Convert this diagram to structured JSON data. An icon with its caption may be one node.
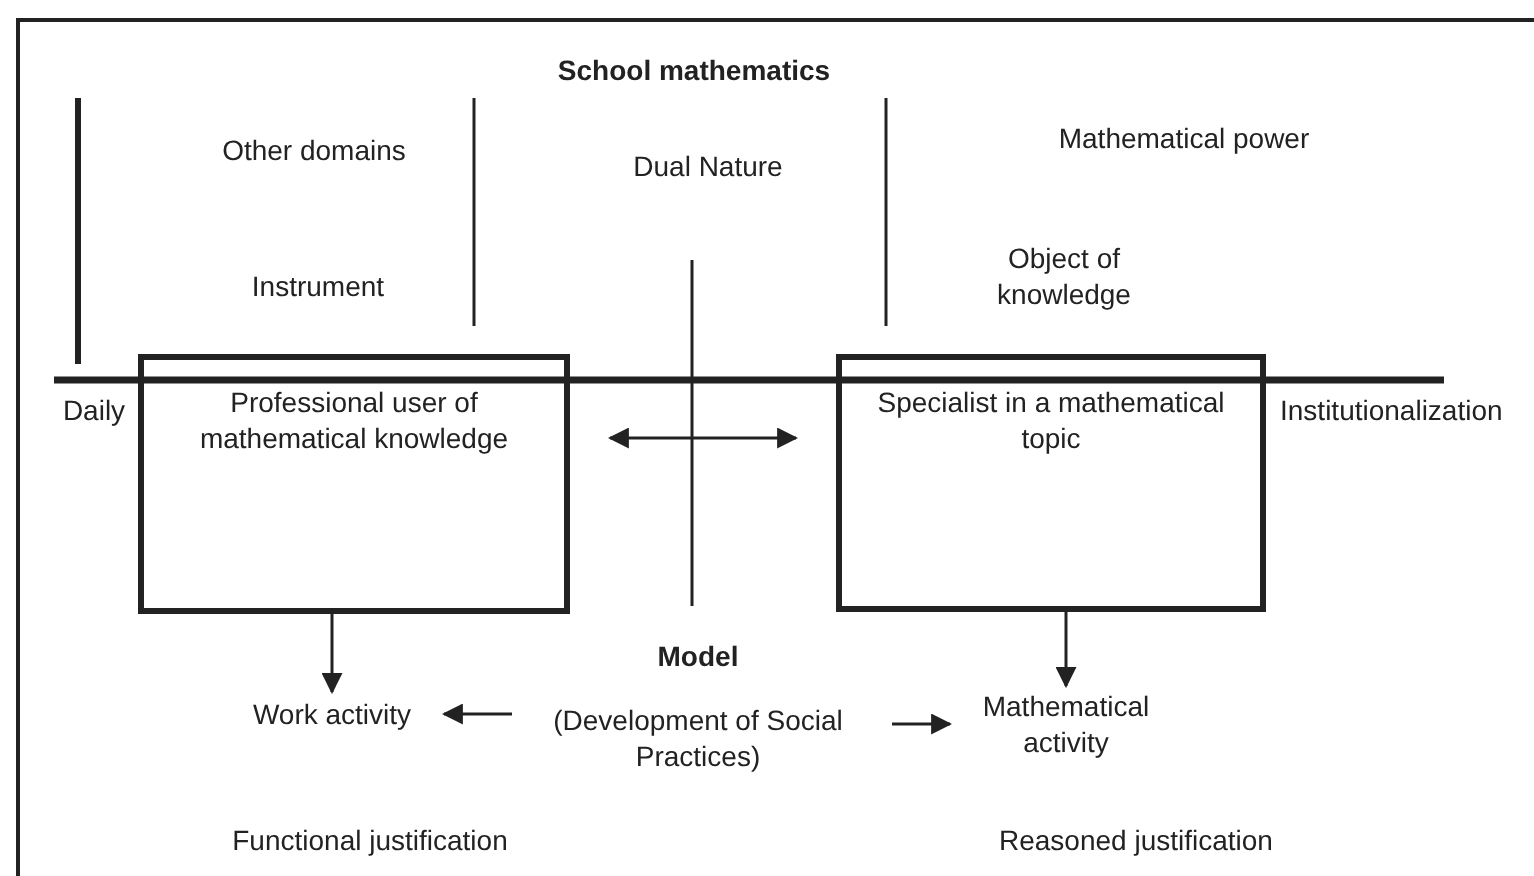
{
  "diagram": {
    "nodes": [
      {
        "text": [
          "Professional user of mathematical knowledge"
        ]
      },
      {
        "text": [
          "Specialist in a mathematical topic"
        ]
      },
      {
        "text": [
          "Work activity"
        ]
      },
      {
        "text": [
          "Mathematical activity"
        ]
      },
      {
        "text": [
          "Model",
          "(Development of Social Practices)"
        ]
      }
    ],
    "edges": [
      {
        "from": 0,
        "to": 1,
        "arrow": "both"
      },
      {
        "from": 0,
        "to": 2,
        "arrow": "to"
      },
      {
        "from": 1,
        "to": 3,
        "arrow": "to"
      },
      {
        "from": 4,
        "to": 2,
        "arrow": "to"
      },
      {
        "from": 4,
        "to": 3,
        "arrow": "to"
      }
    ],
    "labels": [
      "School mathematics",
      "Other domains",
      "Dual Nature",
      "Mathematical power",
      "Instrument",
      "Object of knowledge",
      "Institutionalization",
      "Daily",
      "Functional justification",
      "Reasoned justification"
    ]
  }
}
